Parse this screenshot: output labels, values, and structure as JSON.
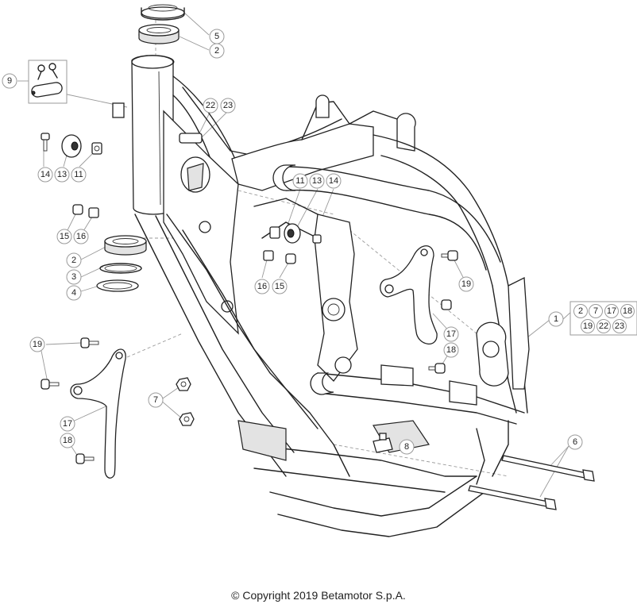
{
  "callouts": {
    "c5": "5",
    "c2_top": "2",
    "c9": "9",
    "c22": "22",
    "c23": "23",
    "c14": "14",
    "c13": "13",
    "c11": "11",
    "c15": "15",
    "c16": "16",
    "c2_mid": "2",
    "c3": "3",
    "c4": "4",
    "c11_mid": "11",
    "c13_mid": "13",
    "c14_mid": "14",
    "c16_mid": "16",
    "c15_mid": "15",
    "c19_right": "19",
    "c17_right": "17",
    "c18_right": "18",
    "c1": "1",
    "c19_left": "19",
    "c17_left": "17",
    "c18_left": "18",
    "c7": "7",
    "c8": "8",
    "c6": "6"
  },
  "kit_box": {
    "row1": [
      "2",
      "7",
      "17",
      "18"
    ],
    "row2": [
      "19",
      "22",
      "23"
    ]
  },
  "footer": {
    "copyright": "© Copyright 2019 Betamotor S.p.A."
  }
}
